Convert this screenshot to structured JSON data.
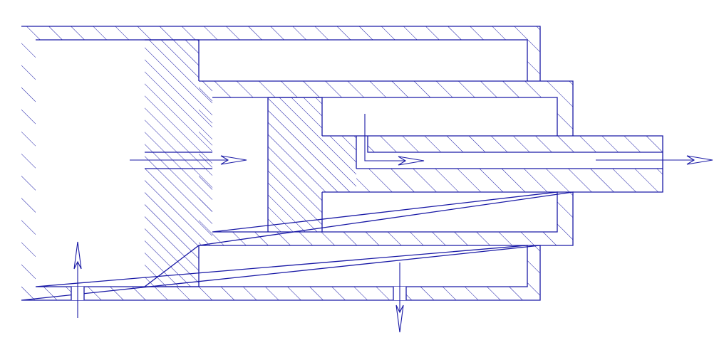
{
  "diagram": {
    "type": "telescopic-hydraulic-cylinder-cross-section",
    "line_color": "#1a1aa6",
    "background": "#ffffff",
    "flows": [
      "inlet-bottom-left",
      "through-piston-1",
      "through-piston-2",
      "outlet-rod-right",
      "outlet-bottom-annulus"
    ]
  }
}
